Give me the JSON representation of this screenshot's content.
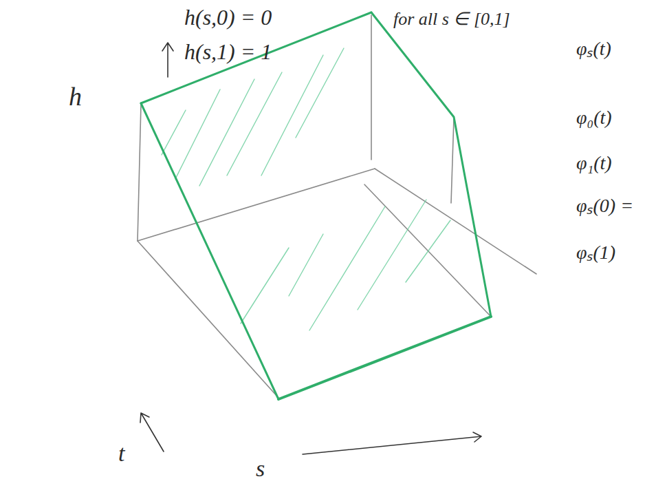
{
  "diagram": {
    "labels": [
      "h(s,0) = 0",
      "h(s,1) = 1",
      "for all s ∈ [0,1]",
      "h",
      "t",
      "s",
      "φₛ(t)",
      "φ₀(t)",
      "φ₁(t)",
      "φₛ(0) =",
      "φₛ(1)"
    ]
  }
}
